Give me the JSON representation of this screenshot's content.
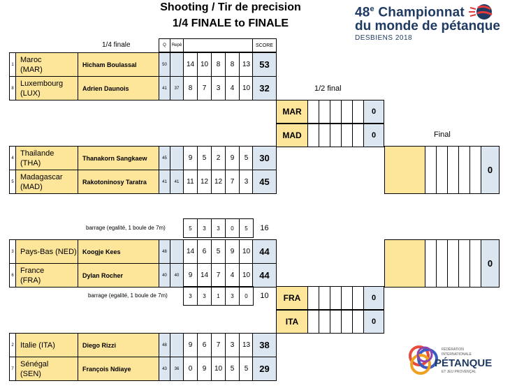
{
  "title": {
    "line1": "Shooting  / Tir de precision",
    "line2": "1/4 FINALE to FINALE"
  },
  "logo": {
    "line1_num": "48",
    "line1_sup": "e",
    "line1_rest": " Championnat",
    "line2": "du monde de pétanque",
    "line3": "DESBIENS 2018"
  },
  "logo_bottom": {
    "line1": "FÉDÉRATION",
    "line2": "INTERNATIONALE",
    "line3": "PÉTANQUE",
    "line4": "ET JEU PROVENÇAL"
  },
  "headers": {
    "quarter": "1/4 finale",
    "q_col": "Q",
    "rep_col": "Repê",
    "score_col": "SCORE",
    "semi": "1/2 final",
    "final": "Final"
  },
  "quarter_matches": [
    {
      "players": [
        {
          "seed": "1",
          "country": "Maroc\n(MAR)",
          "name": "Hicham Boulassal",
          "q": "50",
          "rep": "",
          "shots": [
            "14",
            "10",
            "8",
            "8",
            "13"
          ],
          "score": "53"
        },
        {
          "seed": "8",
          "country": "Luxembourg\n(LUX)",
          "name": "Adrien Daunois",
          "q": "41",
          "rep": "37",
          "shots": [
            "8",
            "7",
            "3",
            "4",
            "10"
          ],
          "score": "32"
        }
      ]
    },
    {
      "players": [
        {
          "seed": "4",
          "country": "Thailande\n(THA)",
          "name": "Thanakorn Sangkaew",
          "q": "45",
          "rep": "",
          "shots": [
            "9",
            "5",
            "2",
            "9",
            "5"
          ],
          "score": "30"
        },
        {
          "seed": "5",
          "country": "Madagascar\n(MAD)",
          "name": "Rakotoninosy Taratra",
          "q": "41",
          "rep": "41",
          "shots": [
            "11",
            "12",
            "12",
            "7",
            "3"
          ],
          "score": "45"
        }
      ]
    },
    {
      "players": [
        {
          "seed": "3",
          "country": "Pays-Bas (NED)",
          "name": "Koogje Kees",
          "q": "48",
          "rep": "",
          "shots": [
            "14",
            "6",
            "5",
            "9",
            "10"
          ],
          "score": "44"
        },
        {
          "seed": "6",
          "country": "France\n(FRA)",
          "name": "Dylan Rocher",
          "q": "40",
          "rep": "40",
          "shots": [
            "9",
            "14",
            "7",
            "4",
            "10"
          ],
          "score": "44"
        }
      ]
    },
    {
      "players": [
        {
          "seed": "2",
          "country": "Italie (ITA)",
          "name": "Diego Rizzi",
          "q": "48",
          "rep": "",
          "shots": [
            "9",
            "6",
            "7",
            "3",
            "13"
          ],
          "score": "38"
        },
        {
          "seed": "7",
          "country": "Sénégal\n(SEN)",
          "name": "François Ndiaye",
          "q": "43",
          "rep": "36",
          "shots": [
            "0",
            "9",
            "10",
            "5",
            "5"
          ],
          "score": "29"
        }
      ]
    }
  ],
  "barrages": [
    {
      "label": "barrage (egalité, 1 boule de 7m)",
      "shots": [
        "5",
        "3",
        "3",
        "0",
        "5"
      ],
      "score": "16"
    },
    {
      "label": "barrage (egalité, 1 boule de 7m)",
      "shots": [
        "3",
        "3",
        "1",
        "3",
        "0"
      ],
      "score": "10"
    }
  ],
  "semis": [
    {
      "team1": "MAR",
      "score1": "0",
      "team2": "MAD",
      "score2": "0"
    },
    {
      "team1": "FRA",
      "score1": "0",
      "team2": "ITA",
      "score2": "0"
    }
  ],
  "finals": [
    {
      "score": "0"
    },
    {
      "score": "0"
    }
  ]
}
